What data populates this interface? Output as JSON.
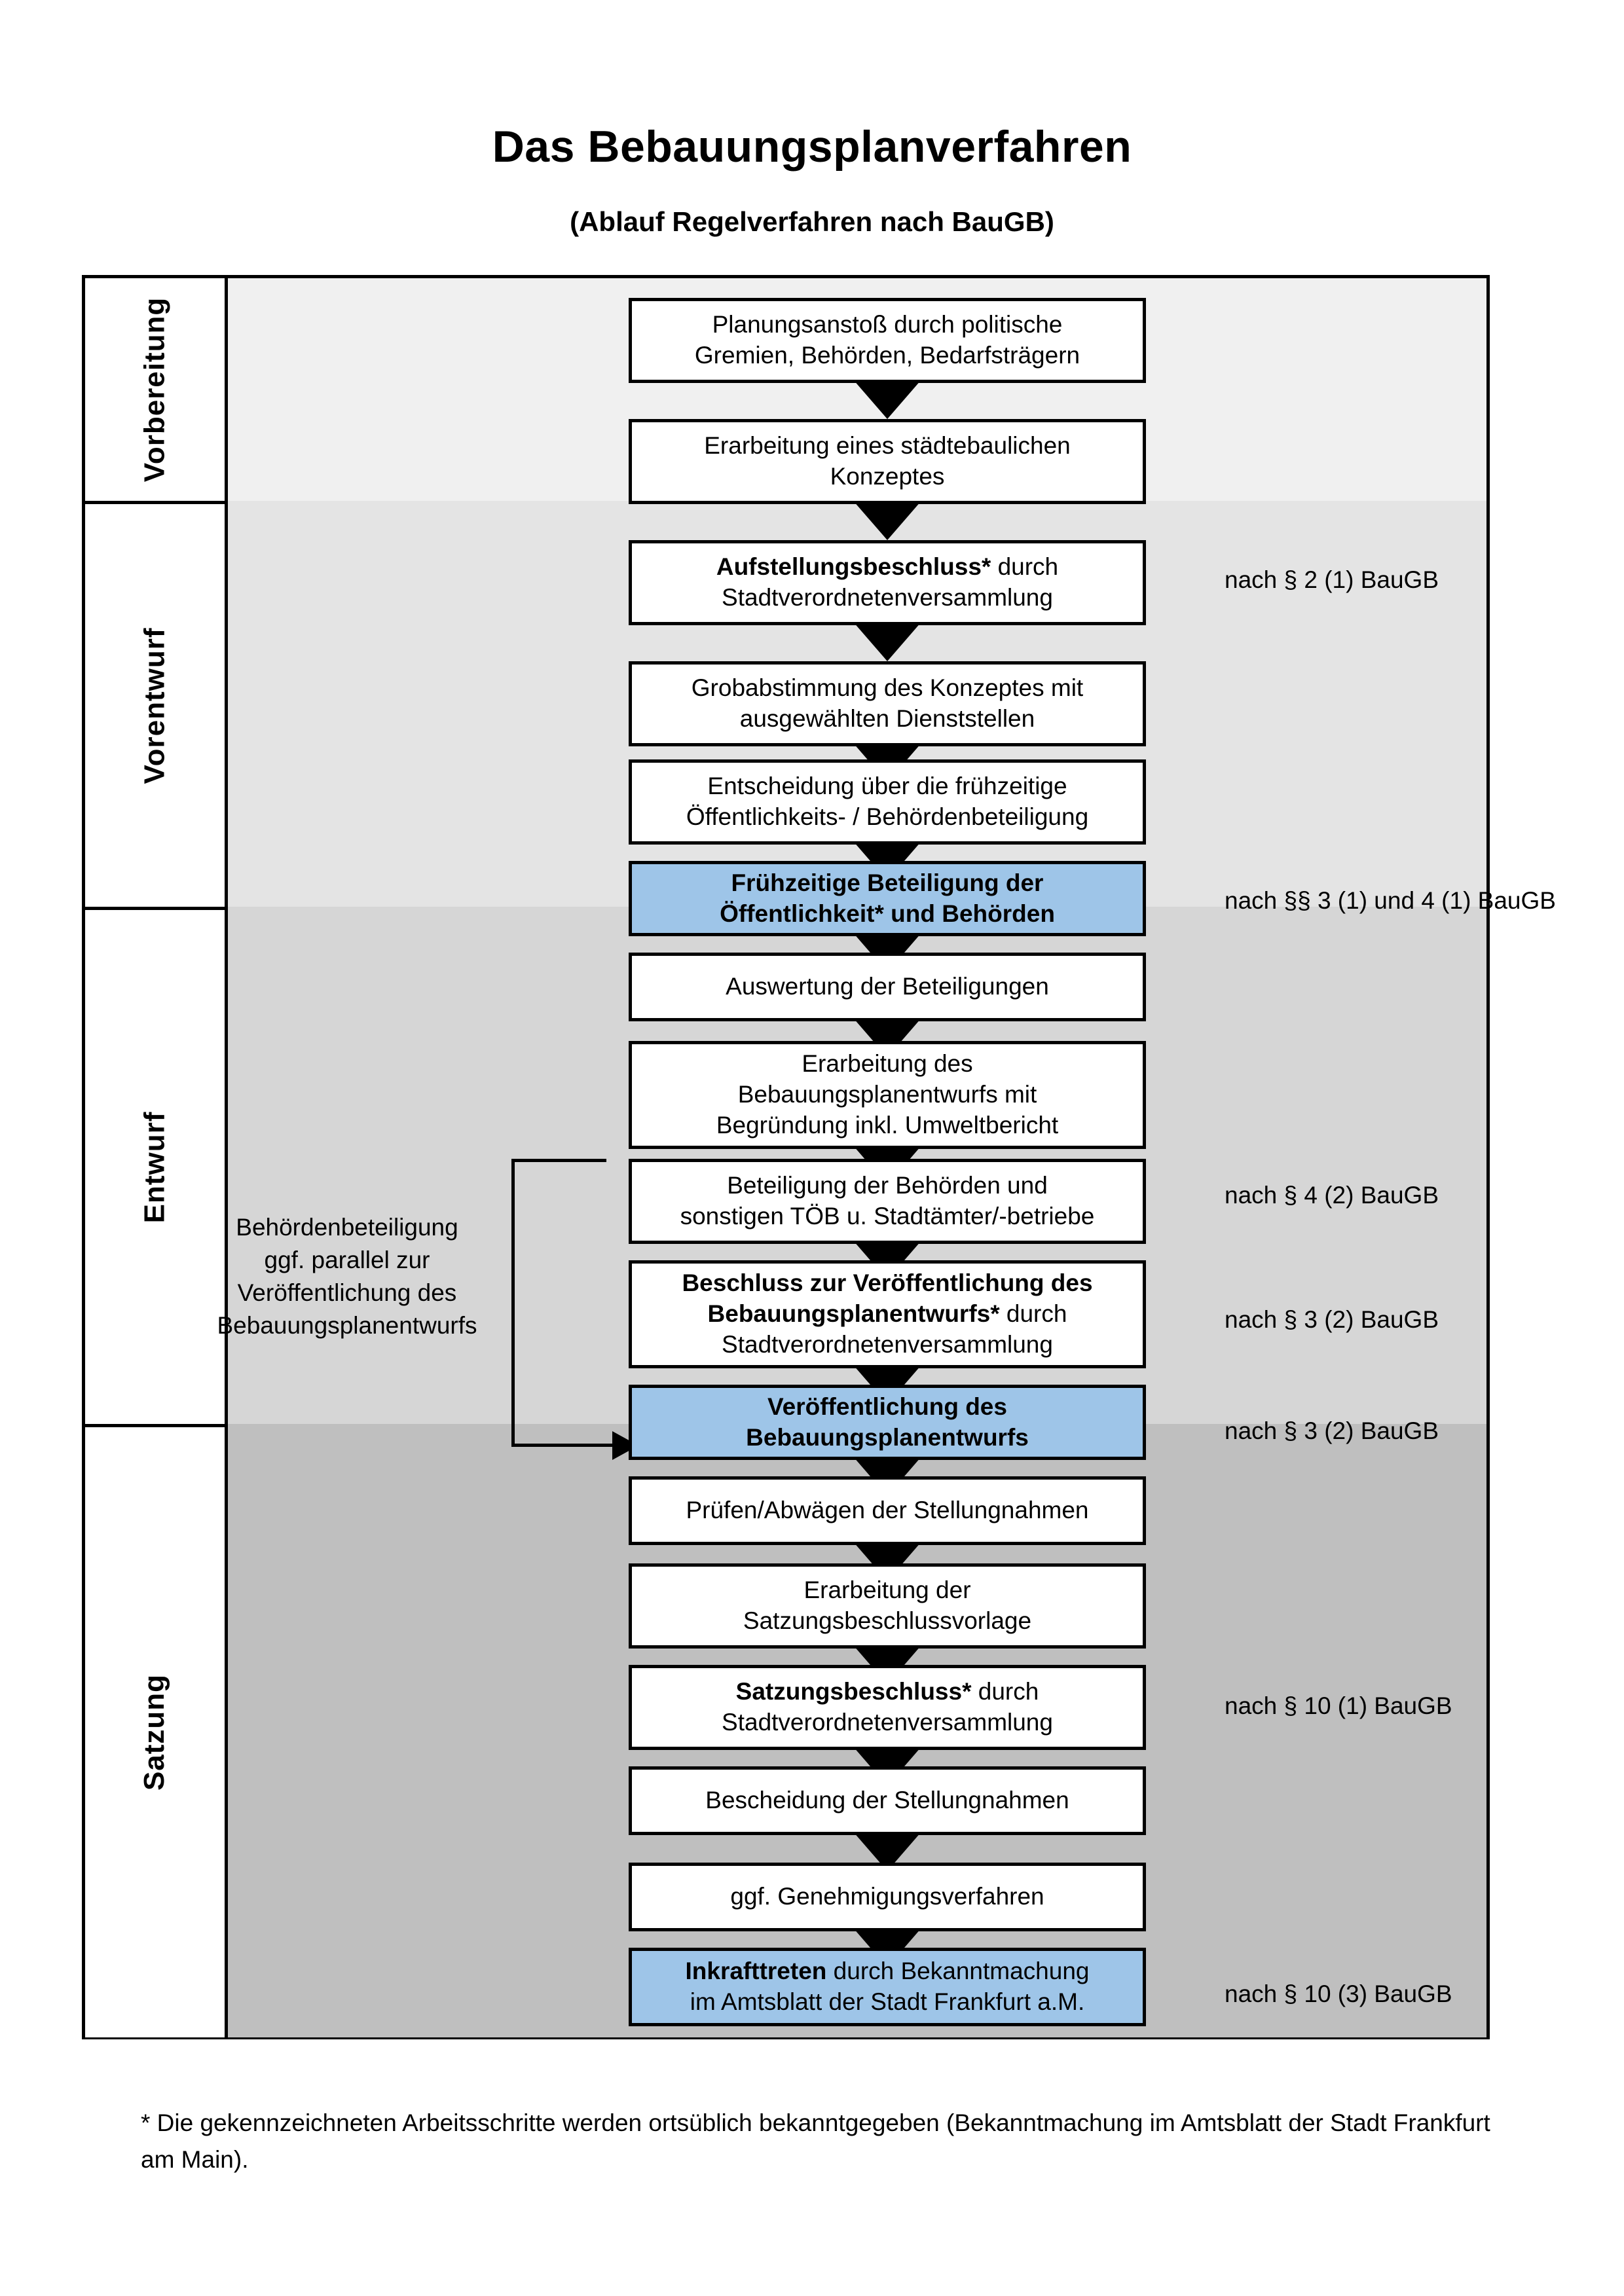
{
  "header": {
    "title": "Das Bebauungsplanverfahren",
    "subtitle": "(Ablauf Regelverfahren nach BauGB)"
  },
  "phases": [
    {
      "label": "Vorbereitung",
      "bg": "#f0f0f0"
    },
    {
      "label": "Vorentwurf",
      "bg": "#e4e4e4"
    },
    {
      "label": "Entwurf",
      "bg": "#d6d6d6"
    },
    {
      "label": "Satzung",
      "bg": "#bfbfbf"
    }
  ],
  "steps": [
    {
      "id": "s1",
      "line1": "Planungsanstoß durch politische",
      "line2": "Gremien, Behörden, Bedarfsträgern",
      "bold": "",
      "highlight": false
    },
    {
      "id": "s2",
      "line1": "Erarbeitung eines städtebaulichen",
      "line2": "Konzeptes",
      "bold": "",
      "highlight": false
    },
    {
      "id": "s3",
      "line1": "",
      "line2": "Stadtverordnetenversammlung",
      "bold": "Aufstellungsbeschluss*",
      "tail": " durch",
      "highlight": false
    },
    {
      "id": "s4",
      "line1": "Grobabstimmung des Konzeptes mit",
      "line2": "ausgewählten Dienststellen",
      "bold": "",
      "highlight": false
    },
    {
      "id": "s5",
      "line1": "Entscheidung über die frühzeitige",
      "line2": "Öffentlichkeits- / Behördenbeteiligung",
      "bold": "",
      "highlight": false
    },
    {
      "id": "s6",
      "line1": "Frühzeitige Beteiligung der",
      "line2": "Öffentlichkeit* und Behörden",
      "bold": "ALL",
      "highlight": true
    },
    {
      "id": "s7",
      "line1": "Auswertung der Beteiligungen",
      "line2": "",
      "bold": "",
      "highlight": false
    },
    {
      "id": "s8",
      "line1": "Erarbeitung des",
      "line2": "Bebauungsplanentwurfs mit",
      "line3": "Begründung inkl. Umweltbericht",
      "bold": "",
      "highlight": false
    },
    {
      "id": "s9",
      "line1": "Beteiligung der Behörden und",
      "line2": "sonstigen TÖB u. Stadtämter/-betriebe",
      "bold": "",
      "highlight": false
    },
    {
      "id": "s10",
      "line1": "Beschluss zur Veröffentlichung des",
      "line2": "Bebauungsplanentwurfs*",
      "tail": " durch",
      "line3": "Stadtverordnetenversammlung",
      "bold": "PARTIAL",
      "highlight": false
    },
    {
      "id": "s11",
      "line1": "Veröffentlichung des",
      "line2": "Bebauungsplanentwurfs",
      "bold": "ALL",
      "highlight": true
    },
    {
      "id": "s12",
      "line1": "Prüfen/Abwägen der Stellungnahmen",
      "line2": "",
      "bold": "",
      "highlight": false
    },
    {
      "id": "s13",
      "line1": "Erarbeitung der",
      "line2": "Satzungsbeschlussvorlage",
      "bold": "",
      "highlight": false
    },
    {
      "id": "s14",
      "line1": "",
      "line2": "Stadtverordnetenversammlung",
      "bold": "Satzungsbeschluss*",
      "tail": " durch",
      "highlight": false
    },
    {
      "id": "s15",
      "line1": "Bescheidung der Stellungnahmen",
      "line2": "",
      "bold": "",
      "highlight": false
    },
    {
      "id": "s16",
      "line1": "ggf. Genehmigungsverfahren",
      "line2": "",
      "bold": "",
      "highlight": false
    },
    {
      "id": "s17",
      "line1": "",
      "line2": "im Amtsblatt der Stadt Frankfurt a.M.",
      "bold": "Inkrafttreten",
      "tail": " durch Bekanntmachung",
      "highlight": true
    }
  ],
  "notes": [
    {
      "id": "n1",
      "text": "nach § 2 (1) BauGB"
    },
    {
      "id": "n2",
      "text": "nach §§ 3 (1) und 4 (1) BauGB"
    },
    {
      "id": "n3",
      "text": "nach § 4 (2) BauGB"
    },
    {
      "id": "n4",
      "text": "nach § 3 (2) BauGB"
    },
    {
      "id": "n5",
      "text": "nach § 3 (2) BauGB"
    },
    {
      "id": "n6",
      "text": "nach § 10 (1) BauGB"
    },
    {
      "id": "n7",
      "text": "nach § 10 (3) BauGB"
    }
  ],
  "sidenote": {
    "line1": "Behördenbeteiligung",
    "line2": "ggf. parallel zur",
    "line3": "Veröffentlichung des",
    "line4": "Bebauungsplanentwurfs"
  },
  "footnote": {
    "text": "* Die gekennzeichneten Arbeitsschritte werden ortsüblich bekanntgegeben (Bekanntmachung im Amtsblatt  der Stadt Frankfurt am Main)."
  },
  "colors": {
    "highlight": "#9ec5e8",
    "border": "#000000",
    "band1": "#f0f0f0",
    "band2": "#e4e4e4",
    "band3": "#d6d6d6",
    "band4": "#bfbfbf"
  }
}
